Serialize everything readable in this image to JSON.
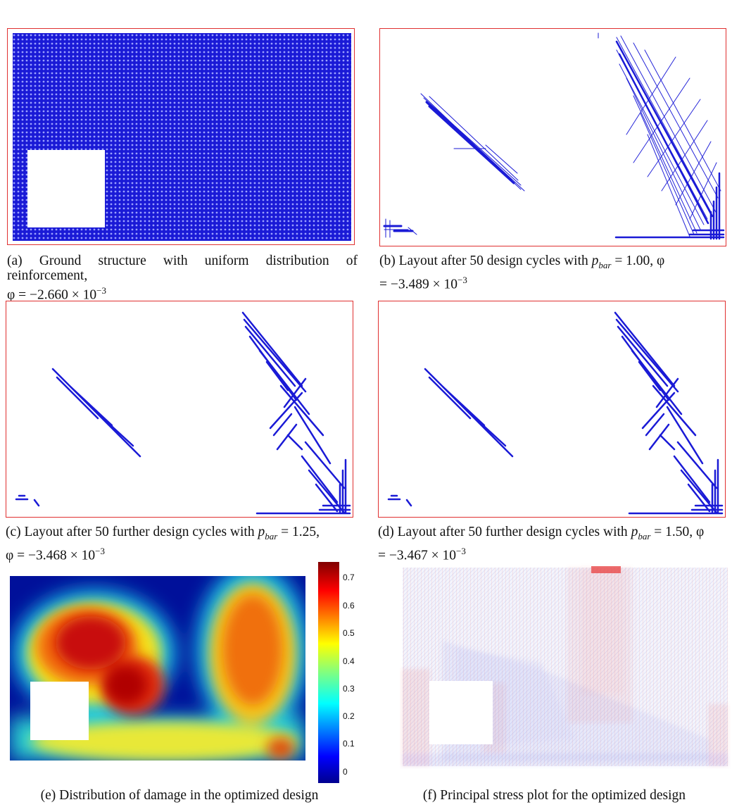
{
  "figure": {
    "panels": [
      {
        "id": "a",
        "caption_tag": "(a)",
        "caption_text": "Ground structure with uniform distribution of reinforcement,",
        "caption_math": "φ = −2.660 × 10",
        "exponent": "−3"
      },
      {
        "id": "b",
        "caption_tag": "(b)",
        "caption_text": "Layout after 50 design cycles with",
        "pbar_symbol": "p",
        "pbar_sub": "bar",
        "pbar_value": "= 1.00, φ",
        "caption_math": "= −3.489 × 10",
        "exponent": "−3"
      },
      {
        "id": "c",
        "caption_tag": "(c)",
        "caption_text": "Layout after 50 further design cycles with",
        "pbar_symbol": "p",
        "pbar_sub": "bar",
        "pbar_value": "= 1.25,",
        "caption_math": "φ = −3.468 × 10",
        "exponent": "−3"
      },
      {
        "id": "d",
        "caption_tag": "(d)",
        "caption_text": "Layout after 50 further design cycles with",
        "pbar_symbol": "p",
        "pbar_sub": "bar",
        "pbar_value": "= 1.50, φ",
        "caption_math": "= −3.467 × 10",
        "exponent": "−3"
      },
      {
        "id": "e",
        "caption_tag": "(e)",
        "caption_text": "Distribution of damage in the optimized design",
        "colorbar_ticks": [
          "0.7",
          "0.6",
          "0.5",
          "0.4",
          "0.3",
          "0.2",
          "0.1",
          "0"
        ]
      },
      {
        "id": "f",
        "caption_tag": "(f)",
        "caption_text": "Principal stress plot for the optimized design"
      }
    ]
  }
}
